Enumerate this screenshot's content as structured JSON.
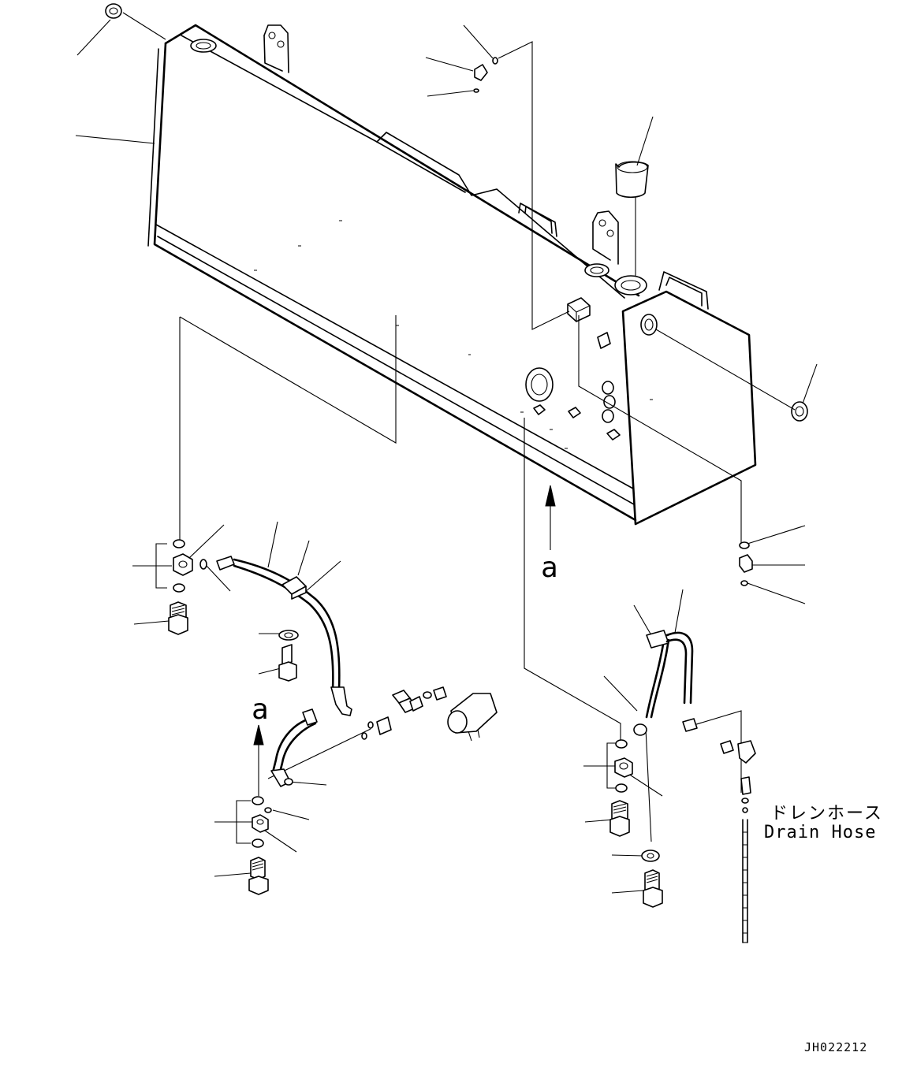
{
  "labels": {
    "view_arrow_top": "a",
    "view_arrow_bottom": "a",
    "drain_hose_jp": "ドレンホース",
    "drain_hose_en": "Drain Hose",
    "drawing_number": "JH022212"
  },
  "colors": {
    "line": "#000000",
    "background": "#ffffff"
  }
}
